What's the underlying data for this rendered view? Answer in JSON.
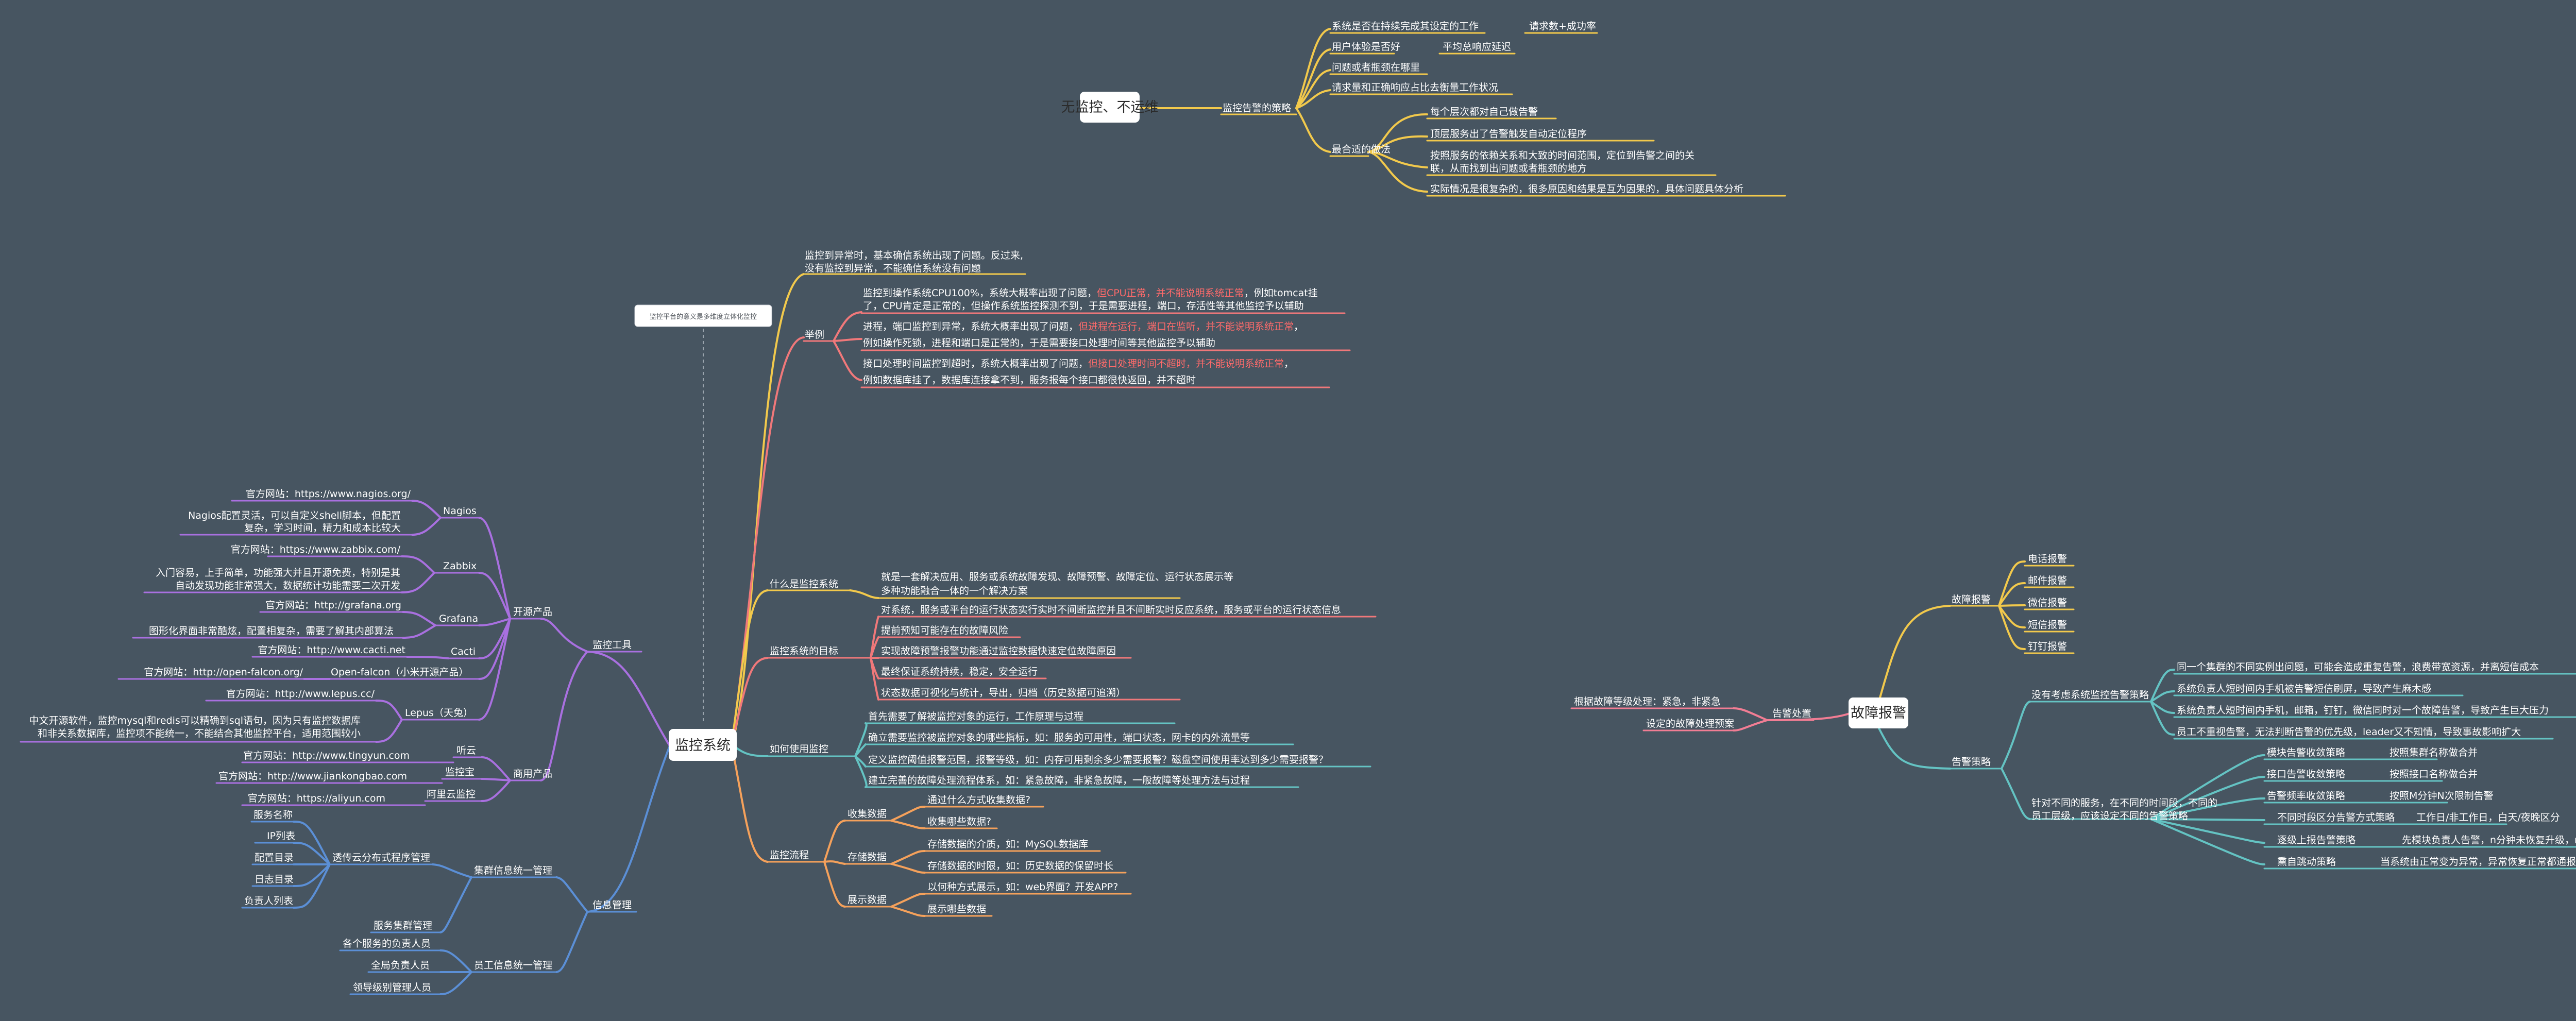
{
  "roots": {
    "main": "监控系统",
    "noMonitor": "无监控、不运维",
    "fault": "故障报警"
  },
  "floatingNote": "监控平台的意义是多维度立体化监控",
  "colors": {
    "yellow": "#f2c94c",
    "red": "#f0787a",
    "purple": "#a970e0",
    "blue": "#5b8fd6",
    "orange": "#f5a15b",
    "teal": "#64c3c3",
    "pink": "#f27d94",
    "highlight": "#ff6b6b"
  },
  "noMonitor": {
    "strategy": "监控告警的策略",
    "items": [
      "系统是否在持续完成其设定的工作",
      "请求数+成功率",
      "用户体验是否好",
      "平均总响应延迟",
      "问题或者瓶颈在哪里",
      "请求量和正确响应占比去衡量工作状况",
      "最合适的做法"
    ],
    "best": [
      "每个层次都对自己做告警",
      "顶层服务出了告警触发自动定位程序",
      "按照服务的依赖关系和大致的时间范围，定位到告警之间的关",
      "联，从而找到出问题或者瓶颈的地方",
      "实际情况是很复杂的，很多原因和结果是互为因果的，具体问题具体分析"
    ]
  },
  "example": {
    "intro1": "监控到异常时，基本确信系统出现了问题。反过来,",
    "intro2": "没有监控到异常，不能确信系统没有问题",
    "label": "举例",
    "e1a": "监控到操作系统CPU100%，系统大概率出现了问题，",
    "e1r": "但CPU正常，并不能说明系统正常",
    "e1b": "，例如tomcat挂",
    "e1c": "了，CPU肯定是正常的，但操作系统监控探测不到，于是需要进程，端口，存活性等其他监控予以辅助",
    "e2a": "进程，端口监控到异常，系统大概率出现了问题，",
    "e2r": "但进程在运行，端口在监听，并不能说明系统正常",
    "e2b": "，",
    "e2c": "例如操作死锁，进程和端口是正常的，于是需要接口处理时间等其他监控予以辅助",
    "e3a": "接口处理时间监控到超时，系统大概率出现了问题，",
    "e3r": "但接口处理时间不超时，并不能说明系统正常",
    "e3b": "，",
    "e3c": "例如数据库挂了，数据库连接拿不到，服务报每个接口都很快返回，并不超时"
  },
  "what": {
    "label": "什么是监控系统",
    "d1": "就是一套解决应用、服务或系统故障发现、故障预警、故障定位、运行状态展示等",
    "d2": "多种功能融合一体的一个解决方案"
  },
  "goal": {
    "label": "监控系统的目标",
    "items": [
      "对系统，服务或平台的运行状态实行实时不间断监控并且不间断实时反应系统，服务或平台的运行状态信息",
      "提前预知可能存在的故障风险",
      "实现故障预警报警功能通过监控数据快速定位故障原因",
      "最终保证系统持续，稳定，安全运行",
      "状态数据可视化与统计，导出，归档（历史数据可追溯）"
    ]
  },
  "howUse": {
    "label": "如何使用监控",
    "items": [
      "首先需要了解被监控对象的运行，工作原理与过程",
      "确立需要监控被监控对象的哪些指标，如：服务的可用性，端口状态，网卡的内外流量等",
      "定义监控阈值报警范围，报警等级，如：内存可用剩余多少需要报警？磁盘空间使用率达到多少需要报警？",
      "建立完善的故障处理流程体系，如：紧急故障，非紧急故障，一般故障等处理方法与过程"
    ]
  },
  "flow": {
    "label": "监控流程",
    "collect": "收集数据",
    "c1": "通过什么方式收集数据?",
    "c2": "收集哪些数据?",
    "store": "存储数据",
    "s1": "存储数据的介质，如：MySQL数据库",
    "s2": "存储数据的时限，如：历史数据的保留时长",
    "show": "展示数据",
    "d1": "以何种方式展示，如：web界面？开发APP?",
    "d2": "展示哪些数据"
  },
  "tools": {
    "label": "监控工具",
    "open": "开源产品",
    "nagios": "Nagios",
    "nagiosSite": "官方网站：https://www.nagios.org/",
    "nagiosD1": "Nagios配置灵活，可以自定义shell脚本，但配置",
    "nagiosD2": "复杂，学习时间，精力和成本比较大",
    "zabbix": "Zabbix",
    "zabbixSite": "官方网站：https://www.zabbix.com/",
    "zabbixD1": "入门容易，上手简单，功能强大并且开源免费，特别是其",
    "zabbixD2": "自动发现功能非常强大，数据统计功能需要二次开发",
    "grafana": "Grafana",
    "grafanaSite": "官方网站：http://grafana.org",
    "grafanaD": "图形化界面非常酷炫，配置相复杂，需要了解其内部算法",
    "cacti": "Cacti",
    "cactiSite": "官方网站：http://www.cacti.net",
    "falcon": "Open-falcon（小米开源产品）",
    "falconSite": "官方网站：http://open-falcon.org/",
    "lepus": "Lepus（天兔）",
    "lepusSite": "官方网站：http://www.lepus.cc/",
    "lepusD1": "中文开源软件，监控mysql和redis可以精确到sql语句，因为只有监控数据库",
    "lepusD2": "和非关系数据库，监控项不能统一，不能结合其他监控平台，适用范围较小",
    "commercial": "商用产品",
    "tingyun": "听云",
    "tingyunSite": "官方网站：http://www.tingyun.com",
    "jiankongbao": "监控宝",
    "jiankongbaoSite": "官方网站：http://www.jiankongbao.com",
    "aliyun": "阿里云监控",
    "aliyunSite": "官方网站：https://aliyun.com"
  },
  "info": {
    "label": "信息管理",
    "cluster": "集群信息统一管理",
    "cloud": "透传云分布式程序管理",
    "cloudItems": [
      "服务名称",
      "IP列表",
      "配置目录",
      "日志目录",
      "负责人列表"
    ],
    "serviceCluster": "服务集群管理",
    "staff": "员工信息统一管理",
    "staffItems": [
      "各个服务的负责人员",
      "全局负责人员",
      "领导级别管理人员"
    ]
  },
  "fault": {
    "alarm": "故障报警",
    "channels": [
      "电话报警",
      "邮件报警",
      "微信报警",
      "短信报警",
      "钉钉报警"
    ],
    "handle": "告警处置",
    "handleItems": [
      "根据故障等级处理：紧急，非紧急",
      "设定的故障处理预案"
    ],
    "strategy": "告警策略",
    "noLevel": "没有考虑系统监控告警策略",
    "noLevelItems": [
      "同一个集群的不同实例出问题，可能会造成重复告警，浪费带宽资源，并离短信成本",
      "系统负责人短时间内手机被告警短信刷屏，导致产生麻木感",
      "系统负责人短时间内手机，邮箱，钉钉，微信同时对一个故障告警，导致产生巨大压力",
      "员工不重视告警，无法判断告警的优先级，leader又不知情，导致事故影响扩大"
    ],
    "policy1": "针对不同的服务，在不同的时间段，不同的",
    "policy2": "员工层级，应该设定不同的告警策略",
    "policyItems": [
      "模块告警收敛策略",
      "按照集群名称做合并",
      "接口告警收敛策略",
      "按照接口名称做合并",
      "告警频率收敛策略",
      "按照M分钟N次限制告警",
      "不同时段区分告警方式策略",
      "工作日/非工作日，白天/夜晚区分",
      "逐级上报告警策略",
      "先模块负责人告警，n分钟未恢复升级，m分钟未恢复再升级",
      "熏自跳动策略",
      "当系统由正常变为异常，异常恢复正常都通报"
    ]
  }
}
